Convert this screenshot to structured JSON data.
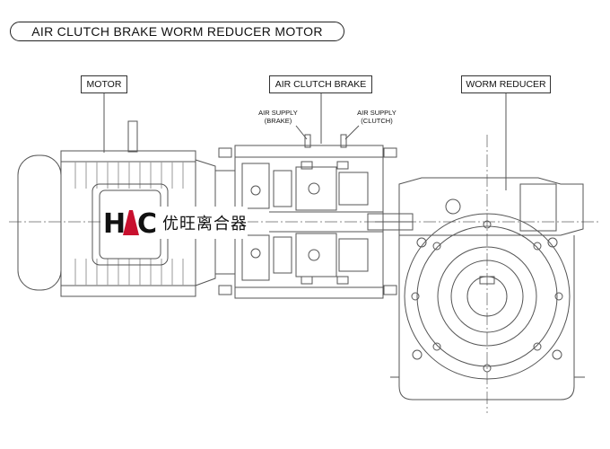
{
  "title": "AIR CLUTCH BRAKE WORM REDUCER MOTOR",
  "labels": {
    "motor": "MOTOR",
    "air_clutch_brake": "AIR CLUTCH BRAKE",
    "worm_reducer": "WORM REDUCER"
  },
  "air_supply": {
    "brake_line1": "AIR  SUPPLY",
    "brake_line2": "(BRAKE)",
    "clutch_line1": "AIR  SUPPLY",
    "clutch_line2": "(CLUTCH)"
  },
  "watermark": {
    "logo_letters": "HAC",
    "chinese_text": "优旺离合器"
  },
  "colors": {
    "line": "#5a5a5a",
    "logo_red": "#c8102e",
    "logo_black": "#111111"
  }
}
